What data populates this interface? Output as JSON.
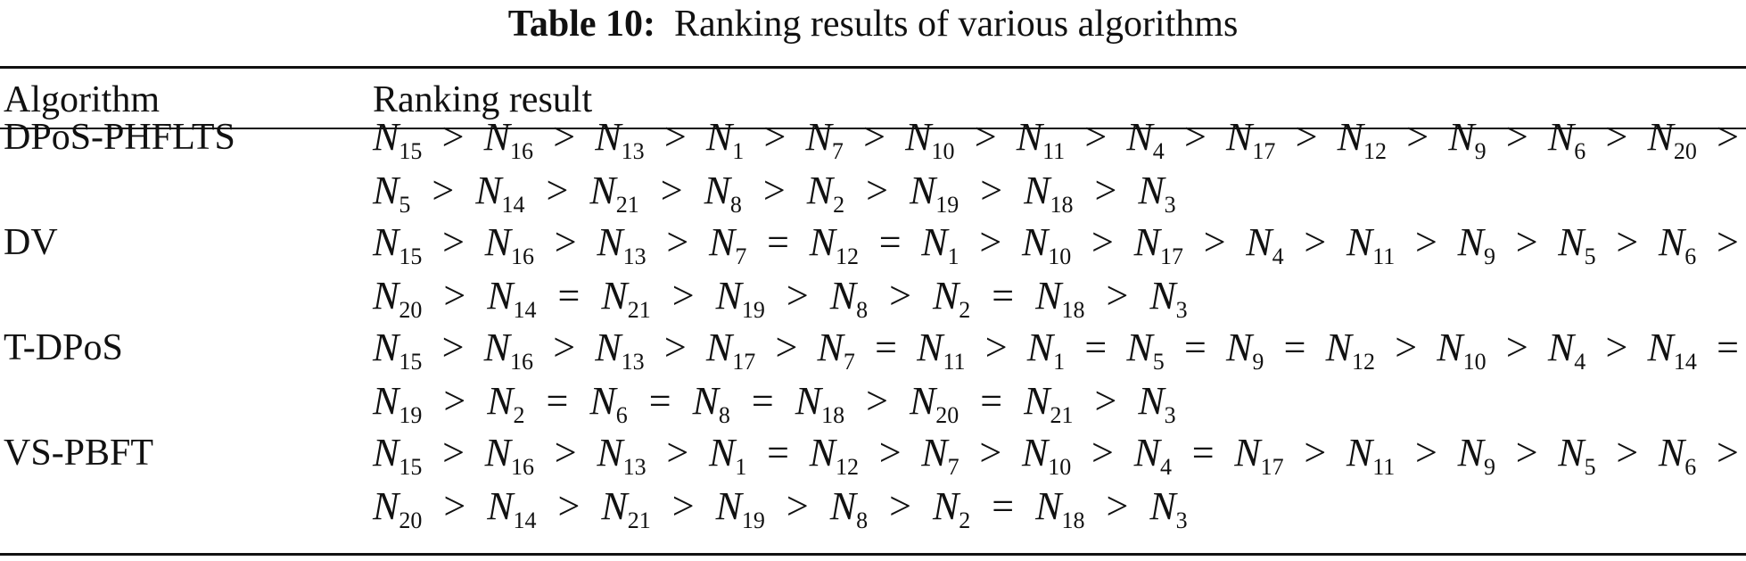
{
  "caption": {
    "label": "Table 10:",
    "text": "Ranking results of various algorithms"
  },
  "table": {
    "headers": [
      "Algorithm",
      "Ranking result"
    ],
    "rows": [
      {
        "algorithm": "DPoS-PHFLTS",
        "lines": [
          [
            "15",
            ">",
            "16",
            ">",
            "13",
            ">",
            "1",
            ">",
            "7",
            ">",
            "10",
            ">",
            "11",
            ">",
            "4",
            ">",
            "17",
            ">",
            "12",
            ">",
            "9",
            ">",
            "6",
            ">",
            "20",
            ">"
          ],
          [
            "5",
            ">",
            "14",
            ">",
            "21",
            ">",
            "8",
            ">",
            "2",
            ">",
            "19",
            ">",
            "18",
            ">",
            "3"
          ]
        ]
      },
      {
        "algorithm": "DV",
        "lines": [
          [
            "15",
            ">",
            "16",
            ">",
            "13",
            ">",
            "7",
            "=",
            "12",
            "=",
            "1",
            ">",
            "10",
            ">",
            "17",
            ">",
            "4",
            ">",
            "11",
            ">",
            "9",
            ">",
            "5",
            ">",
            "6",
            ">"
          ],
          [
            "20",
            ">",
            "14",
            "=",
            "21",
            ">",
            "19",
            ">",
            "8",
            ">",
            "2",
            "=",
            "18",
            ">",
            "3"
          ]
        ]
      },
      {
        "algorithm": "T-DPoS",
        "lines": [
          [
            "15",
            ">",
            "16",
            ">",
            "13",
            ">",
            "17",
            ">",
            "7",
            "=",
            "11",
            ">",
            "1",
            "=",
            "5",
            "=",
            "9",
            "=",
            "12",
            ">",
            "10",
            ">",
            "4",
            ">",
            "14",
            "="
          ],
          [
            "19",
            ">",
            "2",
            "=",
            "6",
            "=",
            "8",
            "=",
            "18",
            ">",
            "20",
            "=",
            "21",
            ">",
            "3"
          ]
        ]
      },
      {
        "algorithm": "VS-PBFT",
        "lines": [
          [
            "15",
            ">",
            "16",
            ">",
            "13",
            ">",
            "1",
            "=",
            "12",
            ">",
            "7",
            ">",
            "10",
            ">",
            "4",
            "=",
            "17",
            ">",
            "11",
            ">",
            "9",
            ">",
            "5",
            ">",
            "6",
            ">"
          ],
          [
            "20",
            ">",
            "14",
            ">",
            "21",
            ">",
            "19",
            ">",
            "8",
            ">",
            "2",
            "=",
            "18",
            ">",
            "3"
          ]
        ]
      }
    ]
  },
  "symbol": "N"
}
